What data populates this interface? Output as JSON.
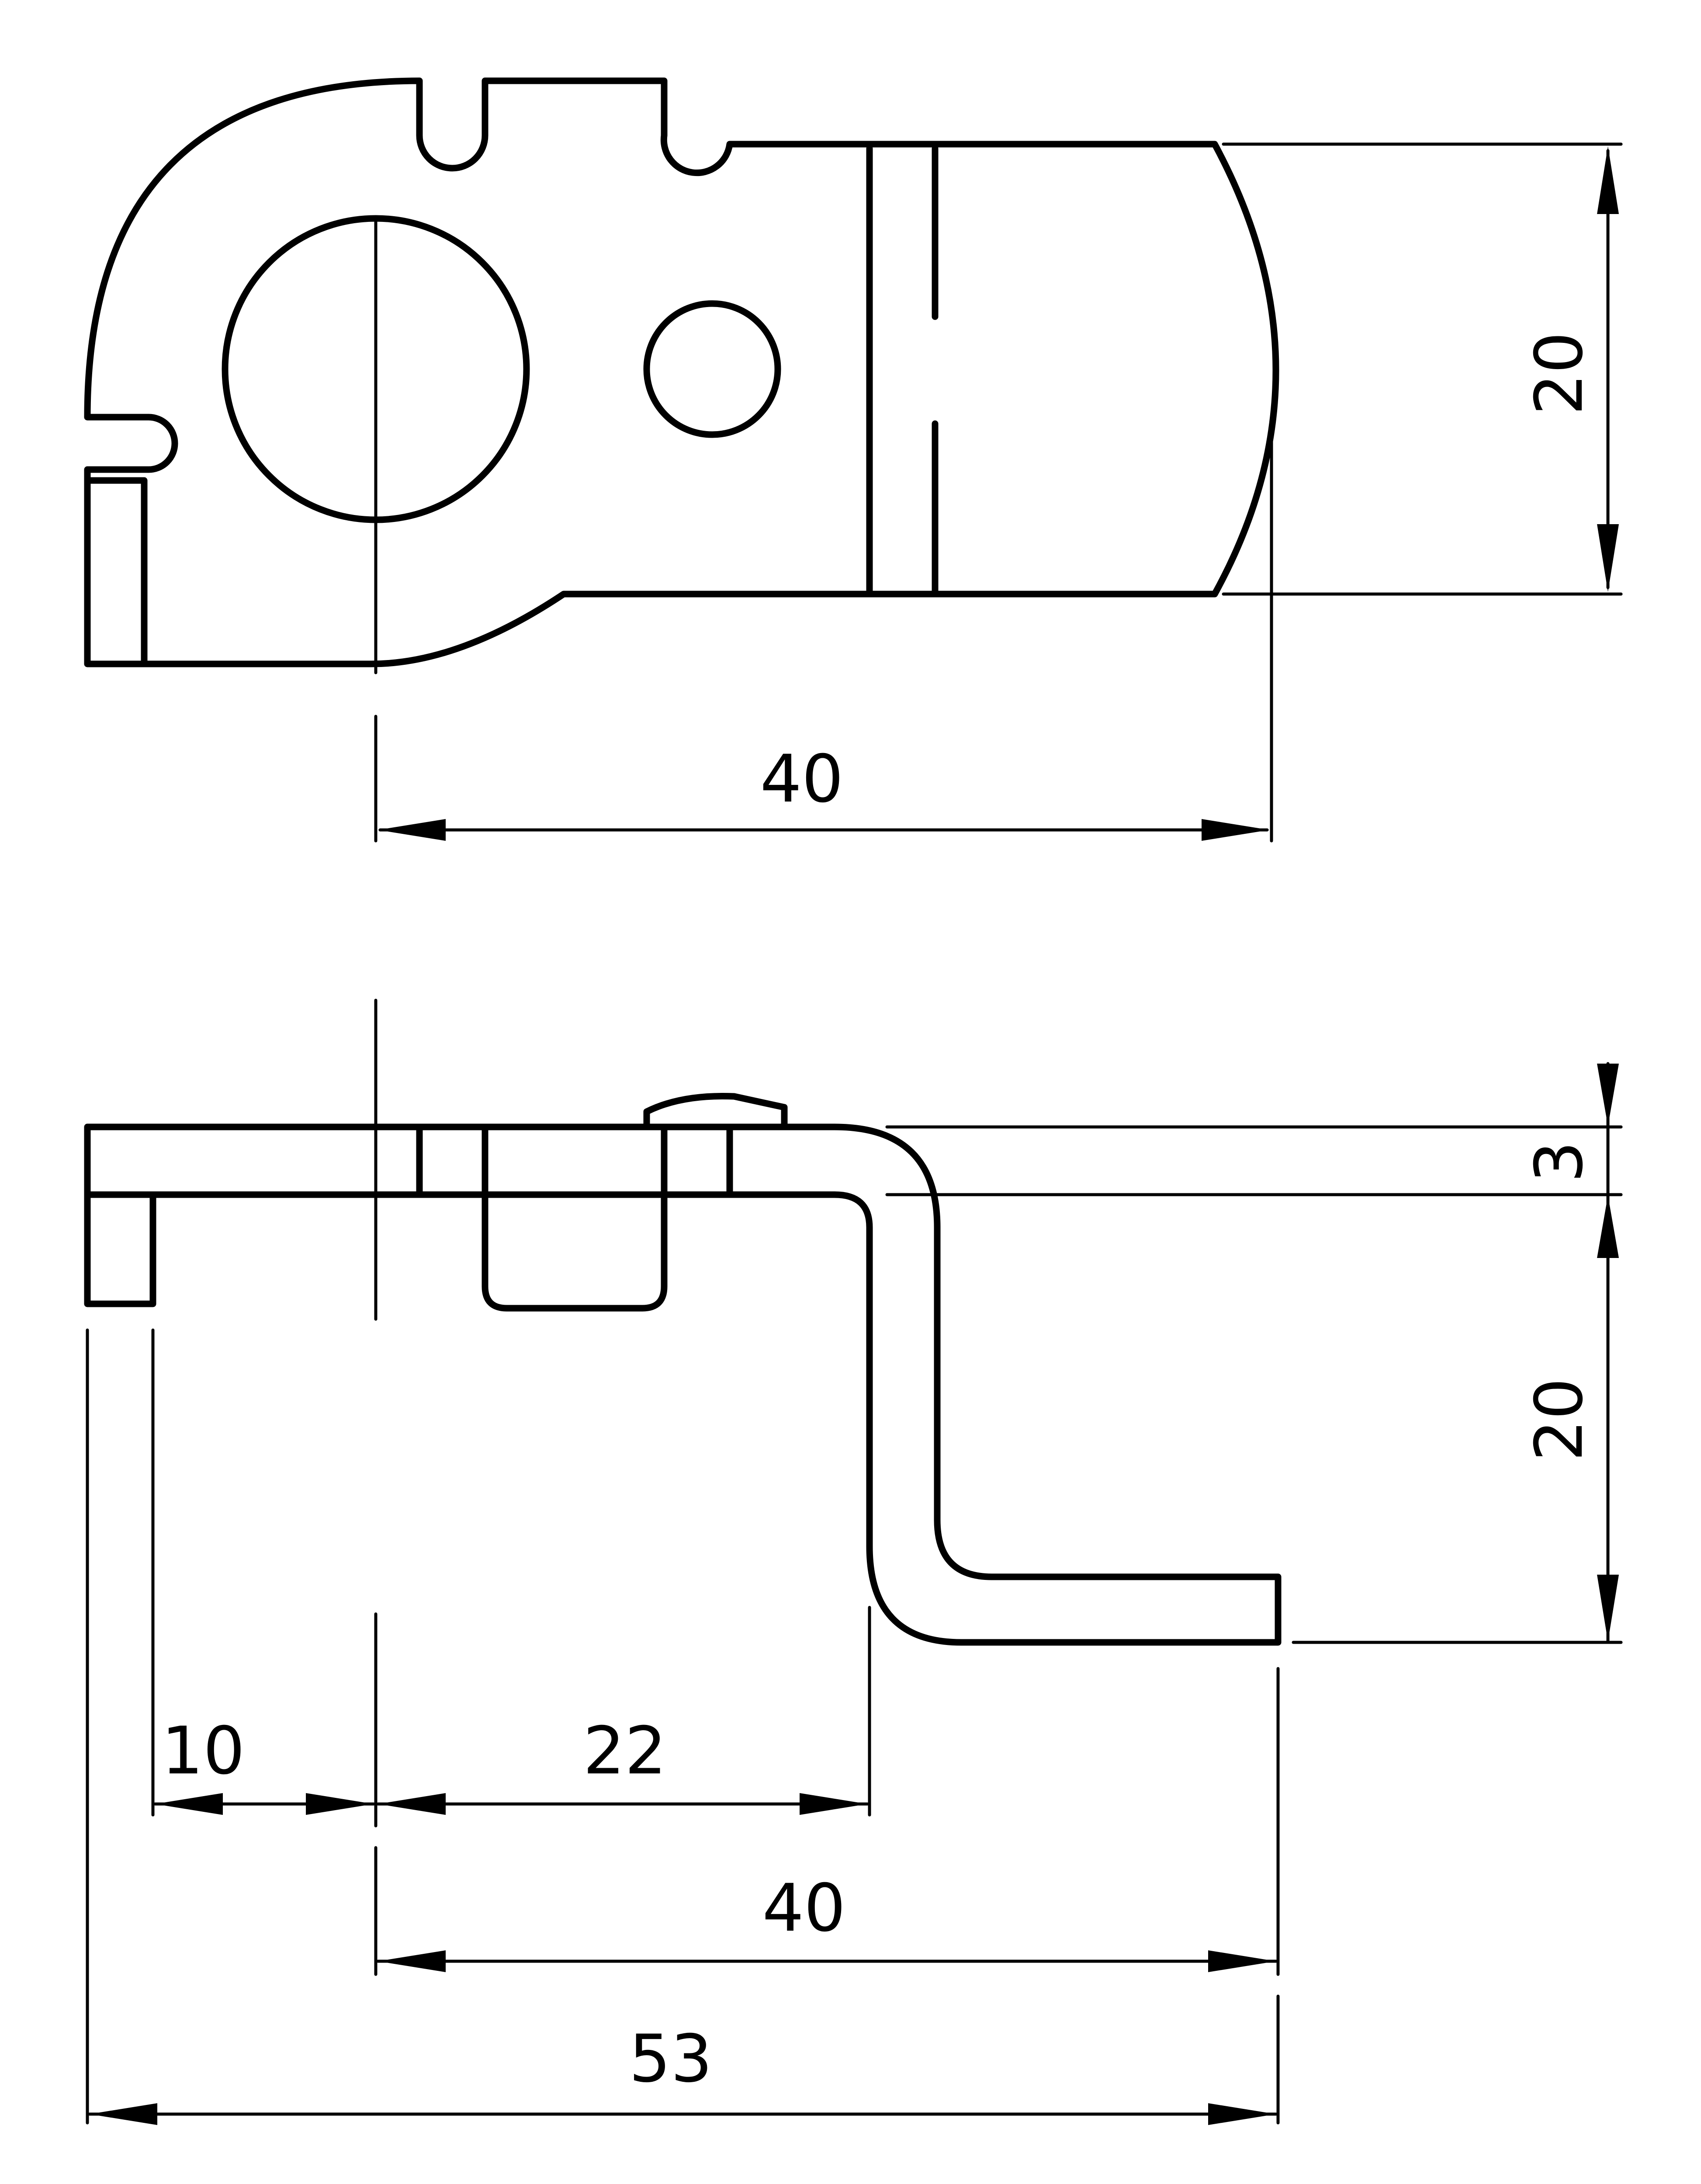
{
  "colors": {
    "ink": "#000000",
    "paper": "#ffffff"
  },
  "top_view": {
    "dim_height": "20",
    "dim_width": "40"
  },
  "side_view": {
    "dim_thickness": "3",
    "dim_drop": "20",
    "dim_10": "10",
    "dim_22": "22",
    "dim_40": "40",
    "dim_53": "53"
  }
}
